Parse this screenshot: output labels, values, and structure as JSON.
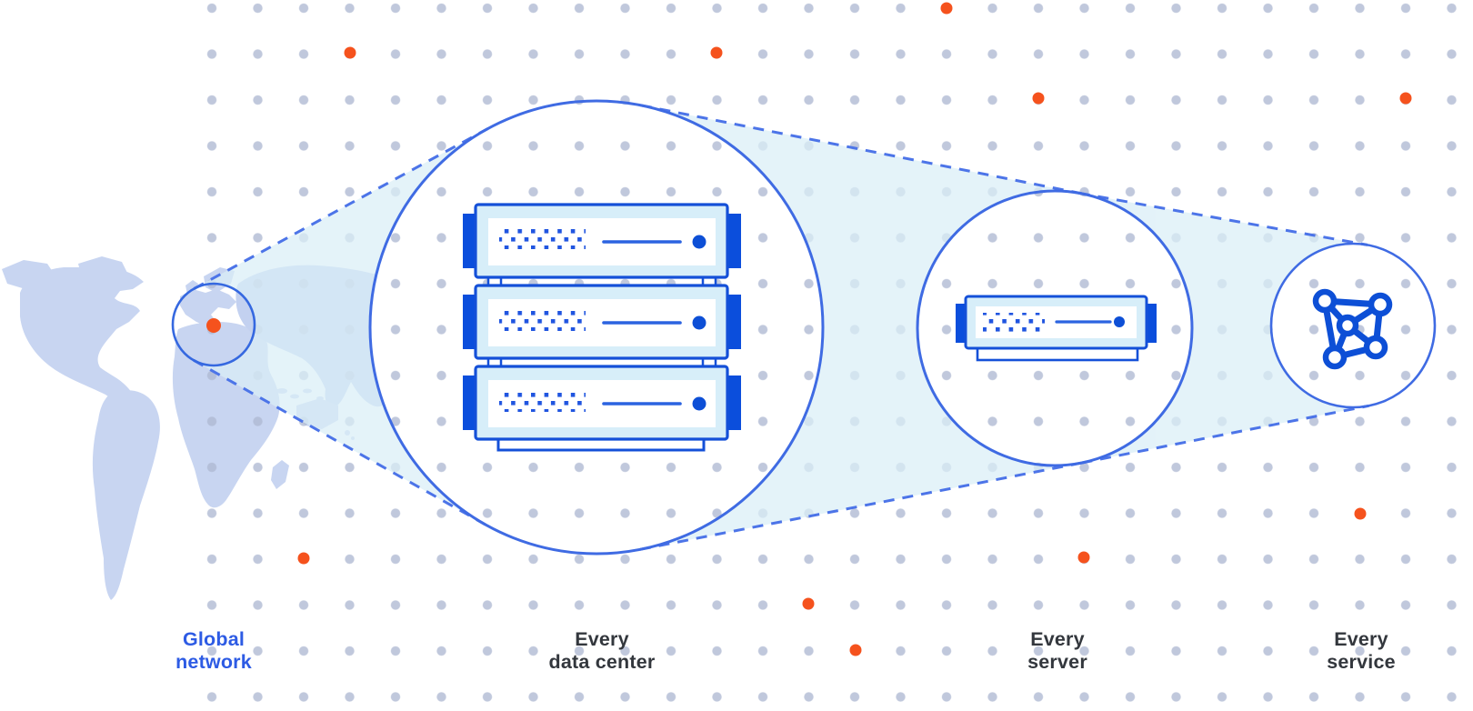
{
  "diagram": {
    "description": "Network zoom infographic: world map with highlighted region magnified into data center, server, and service",
    "labels": [
      {
        "id": "global-network",
        "line1": "Global",
        "line2": "network"
      },
      {
        "id": "every-data-center",
        "line1": "Every",
        "line2": "data center"
      },
      {
        "id": "every-server",
        "line1": "Every",
        "line2": "server"
      },
      {
        "id": "every-service",
        "line1": "Every",
        "line2": "service"
      }
    ],
    "colors": {
      "label_blue": "#2D5BE4",
      "label_dark": "#33373D",
      "circle_stroke_blue": "#3F6BE3",
      "dashed_line_blue": "#4C74E8",
      "cone_fill_cyan": "#D9EEF7",
      "map_land_blue": "#C8D5F1",
      "server_border_blue": "#1450D8",
      "server_body_cyan": "#D7EEF9",
      "server_tab_blue": "#0B4EDC",
      "server_pixel_blue": "#2055E0",
      "icon_deep_blue": "#0D4FD6",
      "grid_dot_gray": "#AEB9D2",
      "accent_orange": "#F5521D"
    },
    "icon_names": [
      "world-map",
      "map-highlight-circle",
      "zoom-cone",
      "server-rack-icon",
      "server-icon",
      "network-graph-icon",
      "orange-accent-dot",
      "grid-dot"
    ]
  }
}
